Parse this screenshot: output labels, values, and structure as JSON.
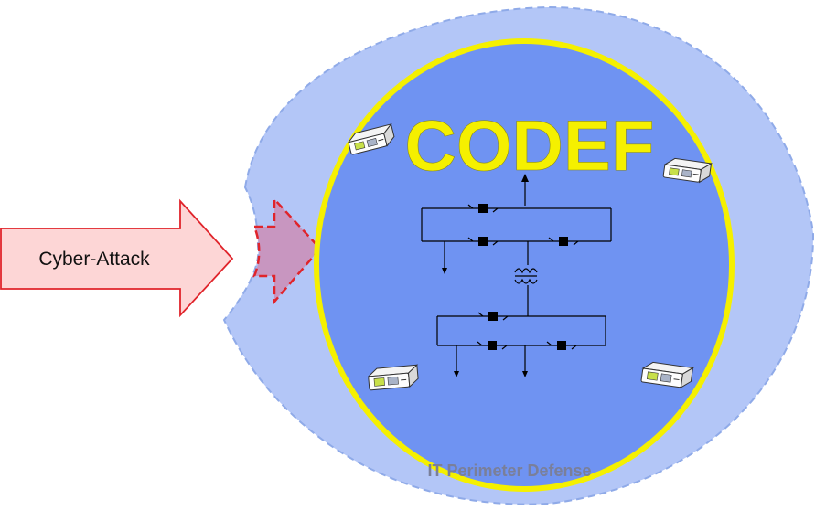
{
  "diagram": {
    "title": "CODEF",
    "attack_label": "Cyber-Attack",
    "perimeter_label": "IT Perimeter Defense",
    "icons": [
      "network-device-icon",
      "switch-breaker-icon",
      "transformer-icon",
      "arrow-icon"
    ],
    "colors": {
      "perimeter_fill": "#b3c6f7",
      "perimeter_stroke": "#8faae8",
      "core_fill": "#6f93f2",
      "core_ring": "#f5f000",
      "title_color": "#f5f000",
      "attack_fill": "#fdd6d6",
      "attack_stroke": "#e0242b",
      "breach_fill": "#c896c0",
      "perimeter_text": "#7a7f99"
    }
  }
}
